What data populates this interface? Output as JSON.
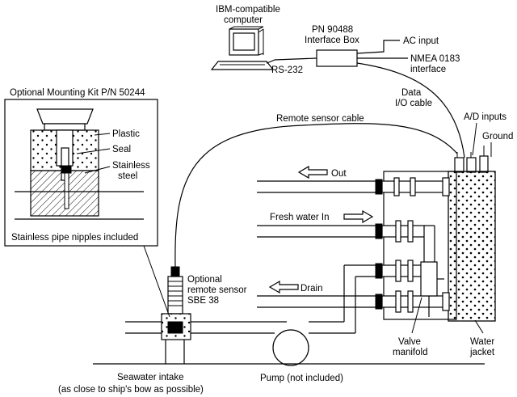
{
  "labels": {
    "computer": [
      "IBM-compatible",
      "computer"
    ],
    "interface_box": [
      "PN 90488",
      "Interface Box"
    ],
    "ac_input": "AC input",
    "nmea": [
      "NMEA 0183",
      "interface"
    ],
    "rs232": "RS-232",
    "data_io": [
      "Data",
      "I/O cable"
    ],
    "ad_inputs": "A/D inputs",
    "ground": "Ground",
    "remote_cable": "Remote sensor cable",
    "mounting_kit": "Optional Mounting Kit P/N 50244",
    "plastic": "Plastic",
    "seal": "Seal",
    "stainless_steel": [
      "Stainless",
      "steel"
    ],
    "nipples": "Stainless pipe nipples included",
    "out": "Out",
    "fresh_water": "Fresh water In",
    "drain": "Drain",
    "remote_sensor": [
      "Optional",
      "remote sensor",
      "SBE 38"
    ],
    "valve_manifold": [
      "Valve",
      "manifold"
    ],
    "water_jacket": [
      "Water",
      "jacket"
    ],
    "seawater_intake": [
      "Seawater intake",
      "(as close to ship's bow as possible)"
    ],
    "pump": "Pump (not included)"
  }
}
